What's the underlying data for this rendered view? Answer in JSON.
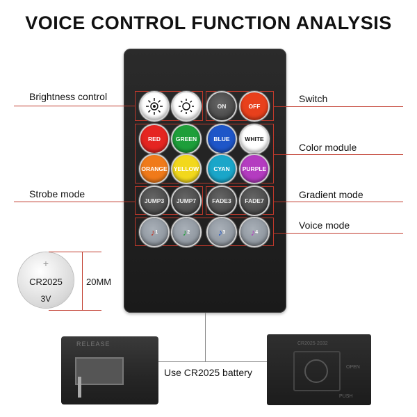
{
  "title": "VOICE CONTROL FUNCTION ANALYSIS",
  "labels": {
    "brightness": "Brightness control",
    "strobe": "Strobe mode",
    "switch": "Switch",
    "color": "Color module",
    "gradient": "Gradient mode",
    "voice": "Voice mode",
    "dimension": "20MM",
    "battery_use": "Use CR2025 battery"
  },
  "buttons": {
    "brightness": [
      "brightness-up-icon",
      "brightness-down-icon"
    ],
    "switch": [
      "ON",
      "OFF"
    ],
    "colors_row1": [
      {
        "label": "RED",
        "color": "#e52521"
      },
      {
        "label": "GREEN",
        "color": "#1e9e3a"
      },
      {
        "label": "BLUE",
        "color": "#1e56c8"
      },
      {
        "label": "WHITE",
        "color": "#ffffff"
      }
    ],
    "colors_row2": [
      {
        "label": "ORANGE",
        "color": "#f07a1a"
      },
      {
        "label": "YELLOW",
        "color": "#f2d81c"
      },
      {
        "label": "CYAN",
        "color": "#1aa6c9"
      },
      {
        "label": "PURPLE",
        "color": "#b43cc0"
      }
    ],
    "modes": [
      "JUMP3",
      "JUMP7",
      "FADE3",
      "FADE7"
    ],
    "voice": [
      "1",
      "2",
      "3",
      "4"
    ],
    "on_color": "#4a4a4a",
    "off_color": "#e8401c"
  },
  "battery": {
    "plus": "+",
    "model": "CR2025",
    "voltage": "3V"
  },
  "photos": {
    "release_text": "RELEASE",
    "cover_text": "CR2025·2032",
    "open_text": "OPEN",
    "push_text": "PUSH"
  }
}
